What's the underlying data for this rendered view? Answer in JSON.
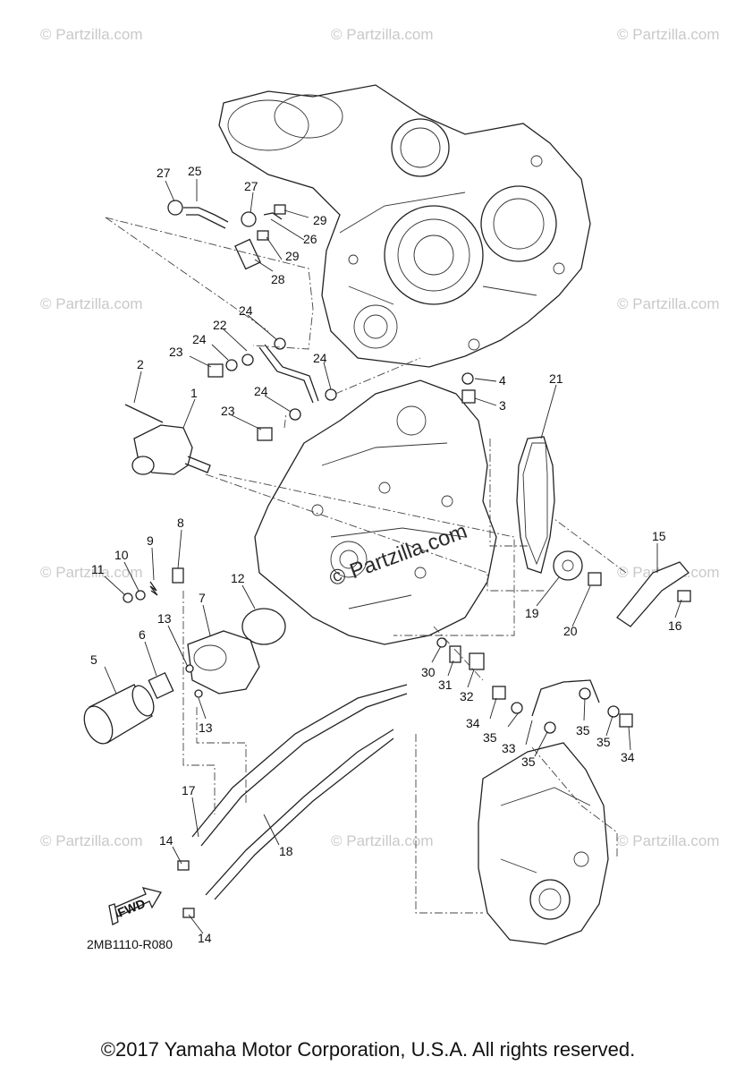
{
  "watermark": {
    "text": "© Partzilla.com",
    "center_text": "© Partzilla.com"
  },
  "callouts": [
    {
      "id": "c1",
      "text": "1"
    },
    {
      "id": "c2",
      "text": "2"
    },
    {
      "id": "c3",
      "text": "3"
    },
    {
      "id": "c4",
      "text": "4"
    },
    {
      "id": "c5",
      "text": "5"
    },
    {
      "id": "c6",
      "text": "6"
    },
    {
      "id": "c7",
      "text": "7"
    },
    {
      "id": "c8",
      "text": "8"
    },
    {
      "id": "c9",
      "text": "9"
    },
    {
      "id": "c10",
      "text": "10"
    },
    {
      "id": "c11",
      "text": "11"
    },
    {
      "id": "c12",
      "text": "12"
    },
    {
      "id": "c13a",
      "text": "13"
    },
    {
      "id": "c13b",
      "text": "13"
    },
    {
      "id": "c14a",
      "text": "14"
    },
    {
      "id": "c14b",
      "text": "14"
    },
    {
      "id": "c15",
      "text": "15"
    },
    {
      "id": "c16",
      "text": "16"
    },
    {
      "id": "c17",
      "text": "17"
    },
    {
      "id": "c18",
      "text": "18"
    },
    {
      "id": "c19",
      "text": "19"
    },
    {
      "id": "c20",
      "text": "20"
    },
    {
      "id": "c21",
      "text": "21"
    },
    {
      "id": "c22",
      "text": "22"
    },
    {
      "id": "c23a",
      "text": "23"
    },
    {
      "id": "c23b",
      "text": "23"
    },
    {
      "id": "c24a",
      "text": "24"
    },
    {
      "id": "c24b",
      "text": "24"
    },
    {
      "id": "c24c",
      "text": "24"
    },
    {
      "id": "c24d",
      "text": "24"
    },
    {
      "id": "c25",
      "text": "25"
    },
    {
      "id": "c26",
      "text": "26"
    },
    {
      "id": "c27a",
      "text": "27"
    },
    {
      "id": "c27b",
      "text": "27"
    },
    {
      "id": "c28",
      "text": "28"
    },
    {
      "id": "c29a",
      "text": "29"
    },
    {
      "id": "c29b",
      "text": "29"
    },
    {
      "id": "c30",
      "text": "30"
    },
    {
      "id": "c31",
      "text": "31"
    },
    {
      "id": "c32",
      "text": "32"
    },
    {
      "id": "c33",
      "text": "33"
    },
    {
      "id": "c34a",
      "text": "34"
    },
    {
      "id": "c34b",
      "text": "34"
    },
    {
      "id": "c35a",
      "text": "35"
    },
    {
      "id": "c35b",
      "text": "35"
    },
    {
      "id": "c35c",
      "text": "35"
    },
    {
      "id": "c35d",
      "text": "35"
    }
  ],
  "fwd_label": "FWD",
  "diagram_ref": "2MB1110-R080",
  "footer": "©2017 Yamaha Motor Corporation, U.S.A. All rights reserved."
}
